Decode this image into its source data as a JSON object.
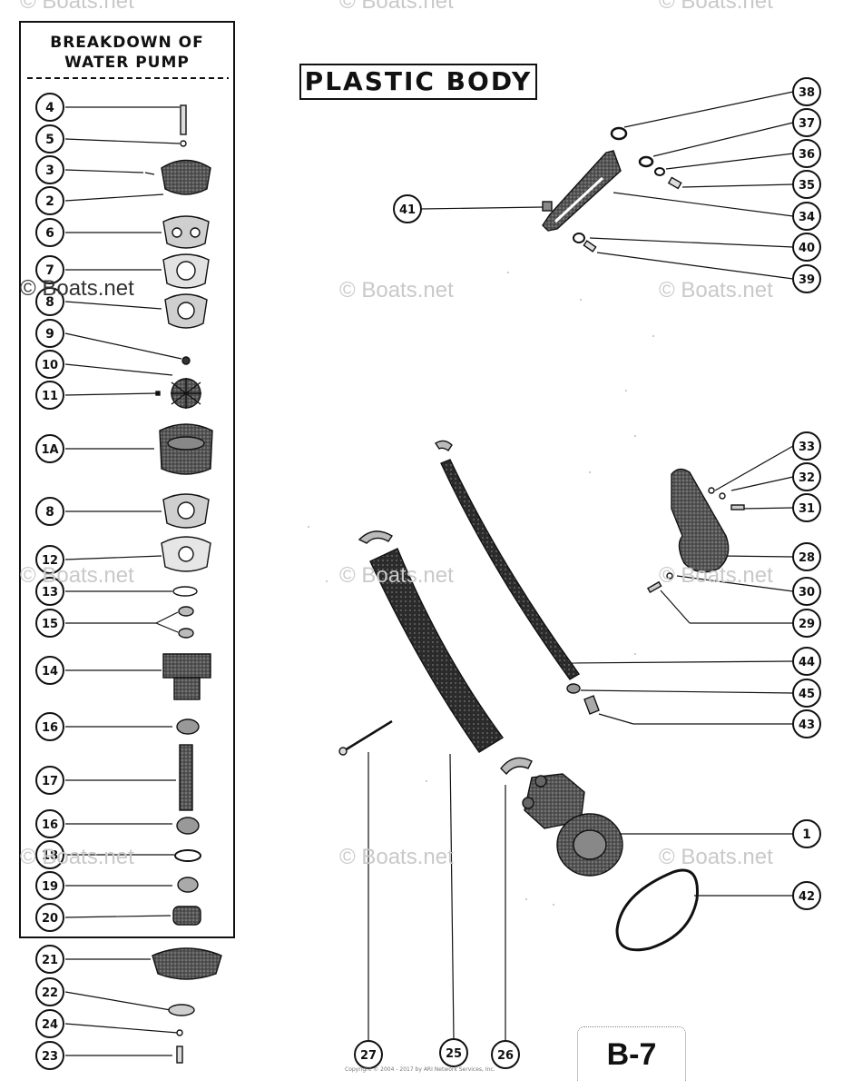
{
  "breakdown_title": [
    "BREAKDOWN OF",
    "WATER PUMP"
  ],
  "diagram_title": "PLASTIC BODY",
  "page_label": "B-7",
  "watermark": "© Boats.net",
  "copyright_text": "Copyright © 2004 - 2017 by ARI Network Services, Inc.",
  "callouts_left": [
    "4",
    "5",
    "3",
    "2",
    "6",
    "7",
    "8",
    "9",
    "10",
    "11",
    "1A",
    "8",
    "12",
    "13",
    "15",
    "14",
    "16",
    "17",
    "16",
    "18",
    "19",
    "20",
    "21",
    "22",
    "24",
    "23"
  ],
  "callouts_right": [
    "38",
    "37",
    "36",
    "35",
    "34",
    "40",
    "39",
    "41",
    "33",
    "32",
    "31",
    "28",
    "30",
    "29",
    "44",
    "45",
    "43",
    "1",
    "42",
    "27",
    "25",
    "26"
  ],
  "colors": {
    "ink": "#111111",
    "watermark": "#c9c9c9",
    "background": "#ffffff"
  }
}
